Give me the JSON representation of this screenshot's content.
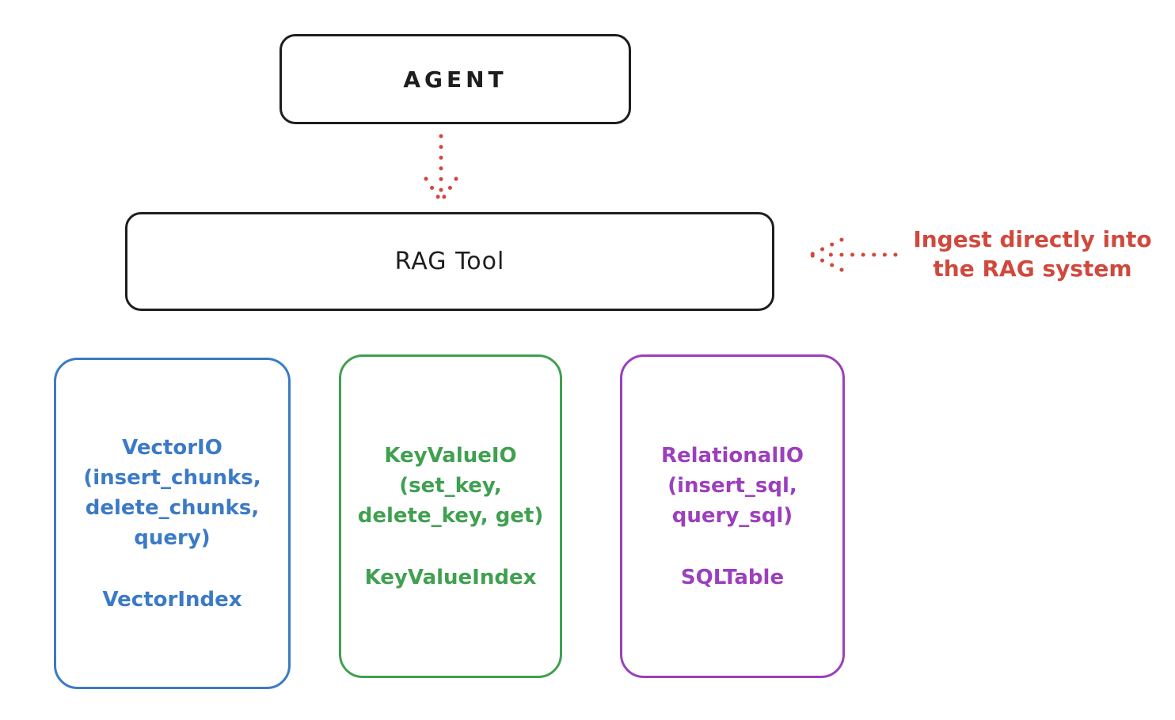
{
  "colors": {
    "ink": "#1e1e1e",
    "red": "#d0493d",
    "blue": "#3b7ac6",
    "green": "#40a050",
    "purple": "#9c3fbd",
    "bg": "#ffffff"
  },
  "nodes": {
    "agent": {
      "label": "AGENT"
    },
    "rag_tool": {
      "label": "RAG Tool"
    }
  },
  "annotation": {
    "lines": [
      "Ingest directly into",
      "the RAG system"
    ]
  },
  "arrows": [
    {
      "name": "agent-to-rag-tool",
      "style": "dotted",
      "color": "#d0493d",
      "direction": "down"
    },
    {
      "name": "annotation-to-rag-tool",
      "style": "dotted",
      "color": "#d0493d",
      "direction": "left"
    }
  ],
  "storage_boxes": [
    {
      "id": "vector-io",
      "color": "#3b7ac6",
      "lines": [
        "VectorIO",
        "(insert_chunks,",
        "delete_chunks,",
        "query)"
      ],
      "index_label": "VectorIndex"
    },
    {
      "id": "keyvalue-io",
      "color": "#40a050",
      "lines": [
        "KeyValueIO",
        "(set_key,",
        "delete_key, get)"
      ],
      "index_label": "KeyValueIndex"
    },
    {
      "id": "relational-io",
      "color": "#9c3fbd",
      "lines": [
        "RelationalIO",
        "(insert_sql,",
        "query_sql)"
      ],
      "index_label": "SQLTable"
    }
  ]
}
